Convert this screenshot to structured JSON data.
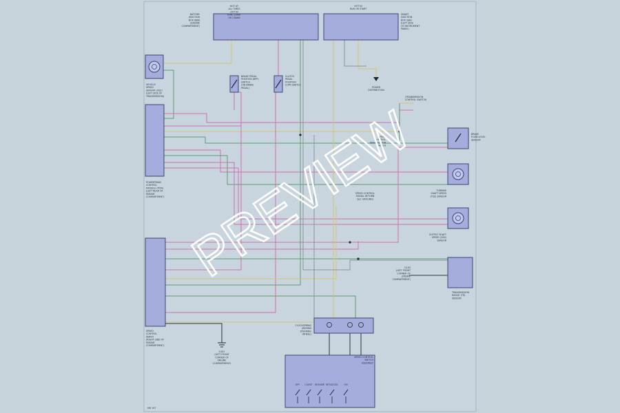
{
  "watermark": "PREVIEW",
  "footer_ref": "MR 197",
  "colors": {
    "page": "#c8d4dc",
    "sheet": "#c9d5de",
    "box_fill": "#a4addc",
    "box_stroke": "#3c4470",
    "wire_pink": "#cf6fae",
    "wire_green": "#56a070",
    "wire_yellow": "#d4c570",
    "wire_gray": "#8a949c",
    "wire_black": "#2a3040",
    "watermark": "#ffffff"
  },
  "labels": {
    "top_left_box": [
      "HOT AT",
      "ALL TIMES",
      "HOT IN",
      "RUN, START",
      "OR CRANK"
    ],
    "top_right_box": [
      "HOT IN",
      "RUN OR START"
    ],
    "fuse_box_left": [
      "BATTERY",
      "JUNCTION",
      "BOX (BJB)",
      "(ENGINE",
      "COMPARTMENT)"
    ],
    "fuse_box_right": [
      "SMART",
      "JUNCTION",
      "BOX (SJB)",
      "(LEFT SIDE",
      "OF INSTRUMENT",
      "PANEL)"
    ],
    "vss": [
      "VEHICLE",
      "SPEED",
      "SENSOR (VSS)",
      "(LEFT SIDE OF",
      "TRANSMISSION)"
    ],
    "pcm": [
      "POWERTRAIN",
      "CONTROL",
      "MODULE (PCM)",
      "(LEFT REAR OF",
      "ENGINE",
      "COMPARTMENT)"
    ],
    "speed_control_servo": [
      "SPEED",
      "CONTROL",
      "SERVO",
      "(RIGHT SIDE OF",
      "ENGINE",
      "COMPARTMENT)"
    ],
    "brake_pedal_switch": [
      "BRAKE PEDAL",
      "POSITION (BPP)",
      "SWITCH",
      "(ON BRAKE",
      "PEDAL)"
    ],
    "clutch_switch": [
      "CLUTCH",
      "PEDAL",
      "POSITION",
      "(CPP) SWITCH"
    ],
    "deactivator": [
      "SPEED",
      "CONTROL",
      "DEACTIVATOR",
      "SWITCH"
    ],
    "right_sensor_1": [
      "BRAKE",
      "FLUID LEVEL",
      "SENSOR"
    ],
    "right_sensor_2": [
      "TURBINE",
      "SHAFT SPEED",
      "(TSS) SENSOR"
    ],
    "right_sensor_3": [
      "OUTPUT SHAFT",
      "SPEED (OSS)",
      "SENSOR"
    ],
    "right_bottom": [
      "TRANSMISSION",
      "RANGE (TR)",
      "SENSOR"
    ],
    "clock_spring": [
      "CLOCKSPRING",
      "(BEHIND",
      "STEERING",
      "WHEEL)"
    ],
    "speed_control_switch": [
      "SPEED CONTROL",
      "SWITCH",
      "ASSEMBLY"
    ],
    "switch_buttons": [
      "OFF",
      "COAST",
      "RESUME",
      "SET/ACCEL",
      "ON"
    ],
    "ground_note": [
      "G101",
      "(LEFT FRONT",
      "CORNER OF",
      "ENGINE",
      "COMPARTMENT)"
    ],
    "ground_right": [
      "G103",
      "(LEFT FRONT",
      "CORNER OF",
      "ENGINE",
      "COMPARTMENT)"
    ],
    "power_distribution": [
      "POWER",
      "DISTRIBUTION"
    ],
    "splice_note": [
      "(TRANSMISSION",
      "CONTROL SWITCH)"
    ],
    "mid_note": [
      "SPEED CONTROL",
      "SIGNAL RETURN",
      "(S/C GROUND)"
    ]
  }
}
